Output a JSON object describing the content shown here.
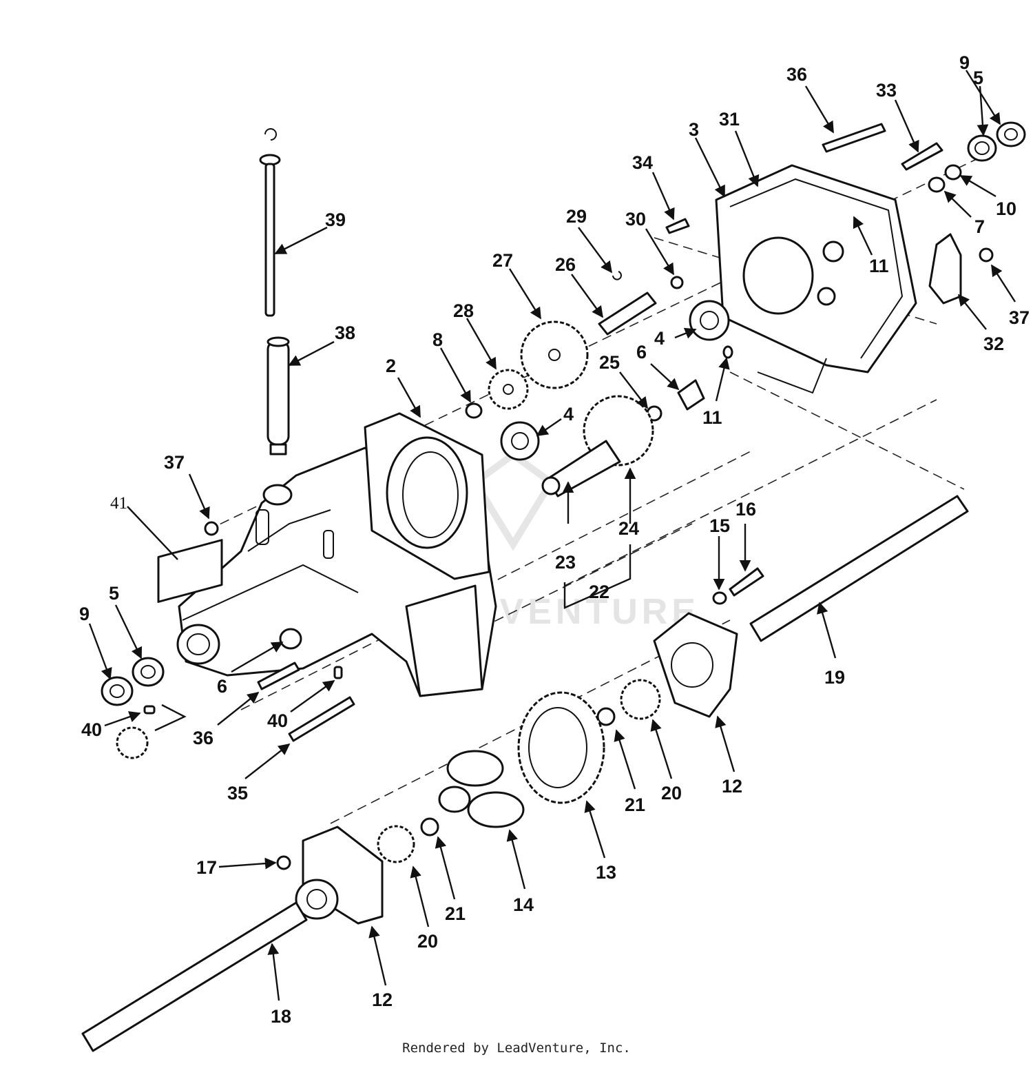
{
  "watermark": "LEADVENTURE",
  "footer": "Rendered by LeadVenture, Inc.",
  "labels": {
    "l2": "2",
    "l3": "3",
    "l4a": "4",
    "l4b": "4",
    "l5a": "5",
    "l5b": "5",
    "l6a": "6",
    "l6b": "6",
    "l7": "7",
    "l8": "8",
    "l9a": "9",
    "l9b": "9",
    "l10": "10",
    "l11a": "11",
    "l11b": "11",
    "l12a": "12",
    "l12b": "12",
    "l13": "13",
    "l14": "14",
    "l15": "15",
    "l16": "16",
    "l17": "17",
    "l18": "18",
    "l19": "19",
    "l20a": "20",
    "l20b": "20",
    "l21a": "21",
    "l21b": "21",
    "l22": "22",
    "l23": "23",
    "l24": "24",
    "l25": "25",
    "l26": "26",
    "l27": "27",
    "l28": "28",
    "l29": "29",
    "l30": "30",
    "l31": "31",
    "l32": "32",
    "l33": "33",
    "l34": "34",
    "l35": "35",
    "l36a": "36",
    "l36b": "36",
    "l37a": "37",
    "l37b": "37",
    "l38": "38",
    "l39": "39",
    "l40a": "40",
    "l40b": "40",
    "l41": "41"
  }
}
